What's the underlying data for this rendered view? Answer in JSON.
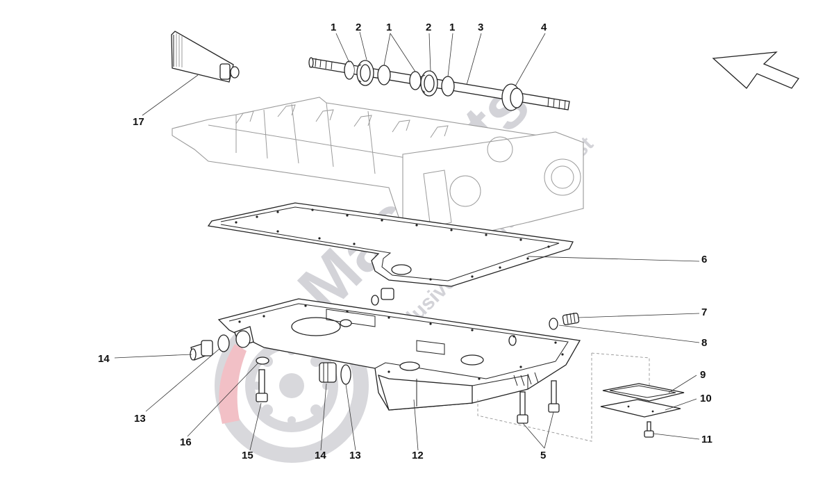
{
  "watermark": {
    "brand": "Masparts",
    "tagline": "Exclusive car parts specialist",
    "wheel_color": "#d8d8dc",
    "accent_color": "#f2c0c6"
  },
  "colors": {
    "line": "#222222",
    "light_line": "#9a9a9a",
    "label": "#111111"
  },
  "direction_arrow": {
    "icon": "direction-arrow-icon"
  },
  "callouts": [
    {
      "id": "c1a",
      "number": "1"
    },
    {
      "id": "c2a",
      "number": "2"
    },
    {
      "id": "c1b",
      "number": "1"
    },
    {
      "id": "c2b",
      "number": "2"
    },
    {
      "id": "c1c",
      "number": "1"
    },
    {
      "id": "c3",
      "number": "3"
    },
    {
      "id": "c4",
      "number": "4"
    },
    {
      "id": "c17",
      "number": "17"
    },
    {
      "id": "c6",
      "number": "6"
    },
    {
      "id": "c7",
      "number": "7"
    },
    {
      "id": "c8",
      "number": "8"
    },
    {
      "id": "c14a",
      "number": "14"
    },
    {
      "id": "c9",
      "number": "9"
    },
    {
      "id": "c10",
      "number": "10"
    },
    {
      "id": "c13a",
      "number": "13"
    },
    {
      "id": "c11",
      "number": "11"
    },
    {
      "id": "c16",
      "number": "16"
    },
    {
      "id": "c15",
      "number": "15"
    },
    {
      "id": "c14b",
      "number": "14"
    },
    {
      "id": "c13b",
      "number": "13"
    },
    {
      "id": "c12",
      "number": "12"
    },
    {
      "id": "c5",
      "number": "5"
    }
  ]
}
